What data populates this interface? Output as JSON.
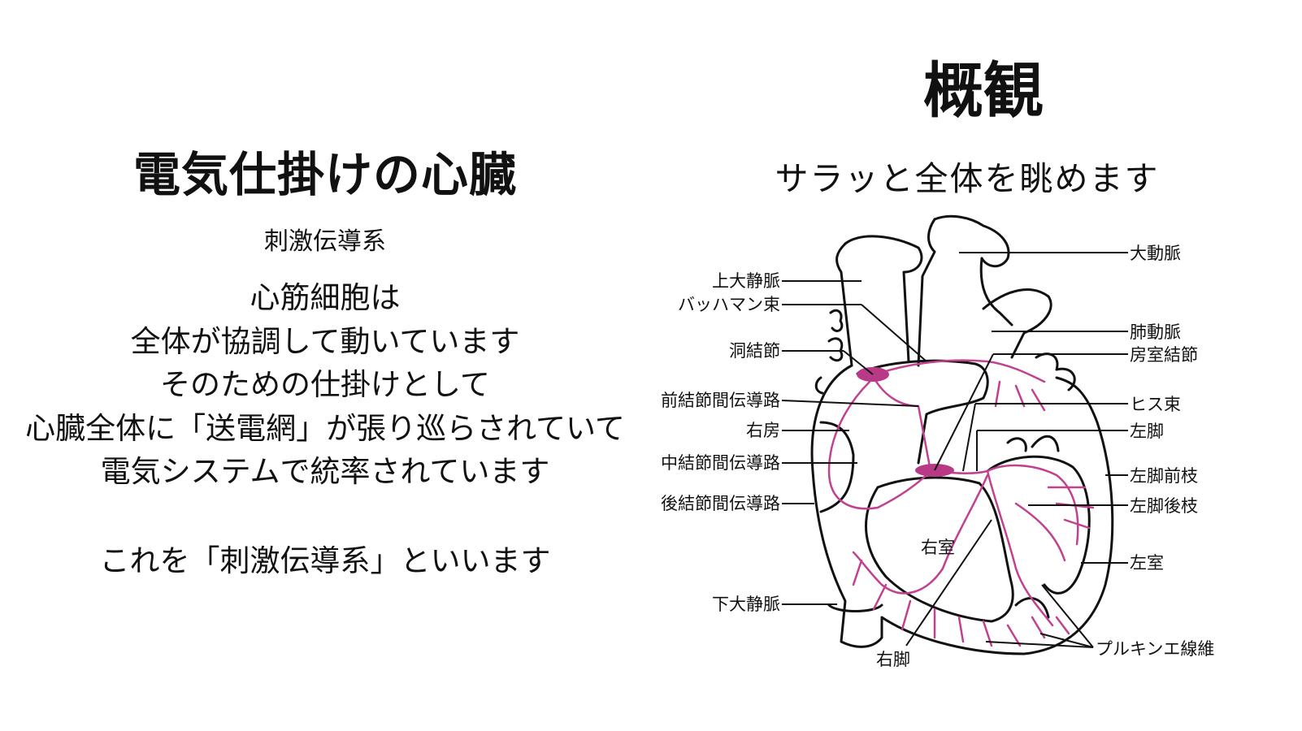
{
  "left": {
    "title": "電気仕掛けの心臓",
    "subtitle": "刺激伝導系",
    "body_lines": [
      "心筋細胞は",
      "全体が協調して動いています",
      "そのための仕掛けとして",
      "心臓全体に「送電網」が張り巡らされていて",
      "電気システムで統率されています"
    ],
    "closing": "これを「刺激伝導系」といいます"
  },
  "right": {
    "title": "概観",
    "subtitle": "サラッと全体を眺めます"
  },
  "diagram": {
    "labels_left": {
      "superior_vena_cava": "上大静脈",
      "bachmann_bundle": "バッハマン束",
      "sinus_node": "洞結節",
      "anterior_internodal": "前結節間伝導路",
      "right_atrium": "右房",
      "middle_internodal": "中結節間伝導路",
      "posterior_internodal": "後結節間伝導路",
      "inferior_vena_cava": "下大静脈"
    },
    "labels_right": {
      "aorta": "大動脈",
      "pulmonary_artery": "肺動脈",
      "av_node": "房室結節",
      "his_bundle": "ヒス束",
      "left_bundle": "左脚",
      "left_anterior_fascicle": "左脚前枝",
      "left_posterior_fascicle": "左脚後枝",
      "left_ventricle": "左室",
      "purkinje_fibers": "プルキンエ線維"
    },
    "labels_inner": {
      "right_ventricle": "右室",
      "right_bundle": "右脚"
    },
    "colors": {
      "outline": "#111111",
      "conduction": "#c2418e",
      "node_fill": "#b83a86"
    }
  }
}
